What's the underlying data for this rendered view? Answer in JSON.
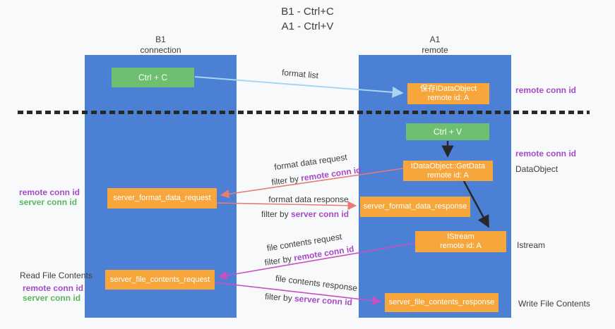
{
  "title": {
    "line1": "B1 - Ctrl+C",
    "line2": "A1 - Ctrl+V"
  },
  "columns": {
    "left": {
      "name": "B1",
      "subtitle": "connection"
    },
    "right": {
      "name": "A1",
      "subtitle": "remote"
    }
  },
  "boxes": {
    "ctrl_c": "Ctrl + C",
    "save_idataobject": {
      "line1": "保存IDataObject",
      "line2": "remote id: A"
    },
    "ctrl_v": "Ctrl + V",
    "getdata": {
      "line1": "IDataObject::GetData",
      "line2": "remote id: A"
    },
    "format_request": "server_format_data_request",
    "format_response": "server_format_data_response",
    "istream": {
      "line1": "IStream",
      "line2": "remote id: A"
    },
    "file_request": "server_file_contents_request",
    "file_response": "server_file_contents_response"
  },
  "arrow_labels": {
    "format_list": "format list",
    "format_data_request": "format data request",
    "format_data_response": "format data response",
    "file_contents_request": "file contents request",
    "file_contents_response": "file contents response",
    "filter_by": "filter by ",
    "remote_conn_id": "remote conn id",
    "server_conn_id": "server conn id"
  },
  "side_labels": {
    "remote_conn_id": "remote conn id",
    "server_conn_id": "server conn id",
    "data_object": "DataObject",
    "istream": "Istream",
    "read_file_contents": "Read File Contents",
    "write_file_contents": "Write File Contents"
  },
  "colors": {
    "column_blue": "#4b80d5",
    "box_green": "#6ebf70",
    "box_orange": "#f6a63a",
    "arrow_lightblue": "#a9d5f2",
    "arrow_red": "#e97a74",
    "arrow_magenta": "#c94fc3",
    "arrow_black": "#282828",
    "text_purple": "#a64bc5",
    "text_green": "#5cb65e"
  }
}
